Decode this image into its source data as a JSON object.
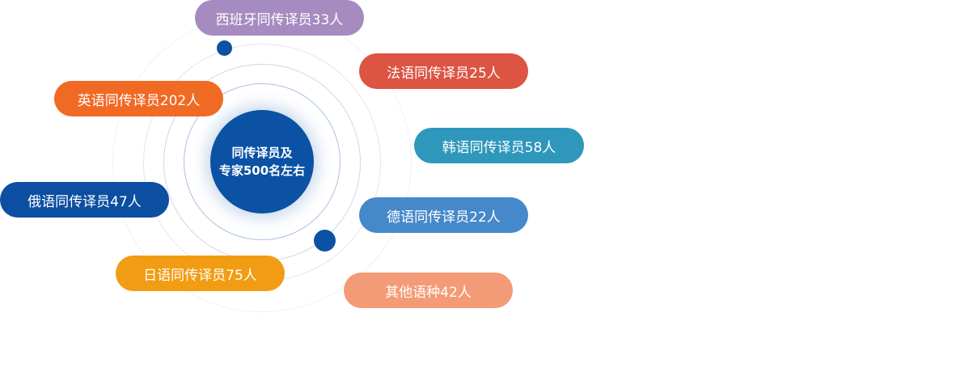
{
  "center": {
    "line1": "同传译员及",
    "line2": "专家500名左右",
    "color": "#0b52a4"
  },
  "languages": [
    {
      "key": "spanish",
      "label": "西班牙同传译员33人",
      "color": "#a68bc0"
    },
    {
      "key": "french",
      "label": "法语同传译员25人",
      "color": "#dc5442"
    },
    {
      "key": "english",
      "label": "英语同传译员202人",
      "color": "#f06a24"
    },
    {
      "key": "korean",
      "label": "韩语同传译员58人",
      "color": "#2f97bb"
    },
    {
      "key": "russian",
      "label": "俄语同传译员47人",
      "color": "#0c4fa2"
    },
    {
      "key": "german",
      "label": "德语同传译员22人",
      "color": "#4689ca"
    },
    {
      "key": "japanese",
      "label": "日语同传译员75人",
      "color": "#f29c13"
    },
    {
      "key": "other",
      "label": "其他语种42人",
      "color": "#f39b76"
    }
  ]
}
